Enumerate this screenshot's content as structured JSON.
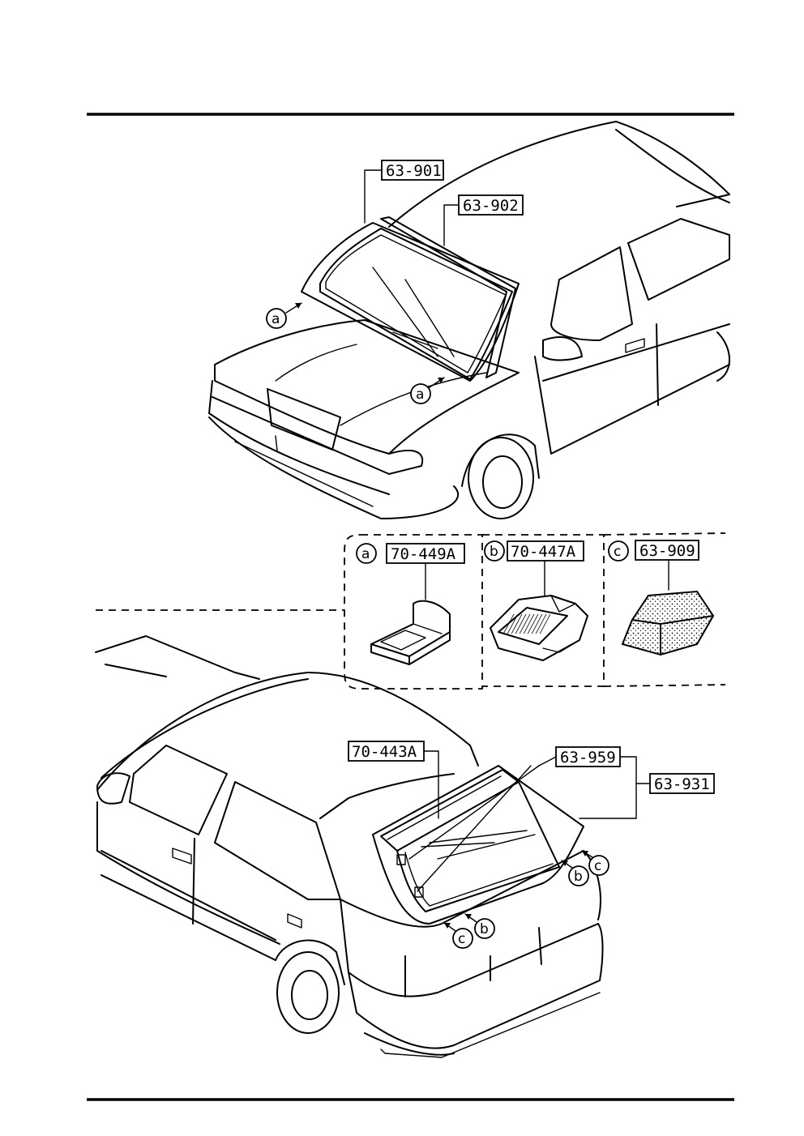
{
  "parts": {
    "windshield": "63-901",
    "windshield_molding": "63-902",
    "fastener_a": "70-449A",
    "fastener_b": "70-447A",
    "dam_c": "63-909",
    "rear_molding": "70-443A",
    "rear_fastener_pair": "63-959",
    "rear_glass": "63-931"
  },
  "callouts": {
    "a": "a",
    "b": "b",
    "c": "c"
  }
}
